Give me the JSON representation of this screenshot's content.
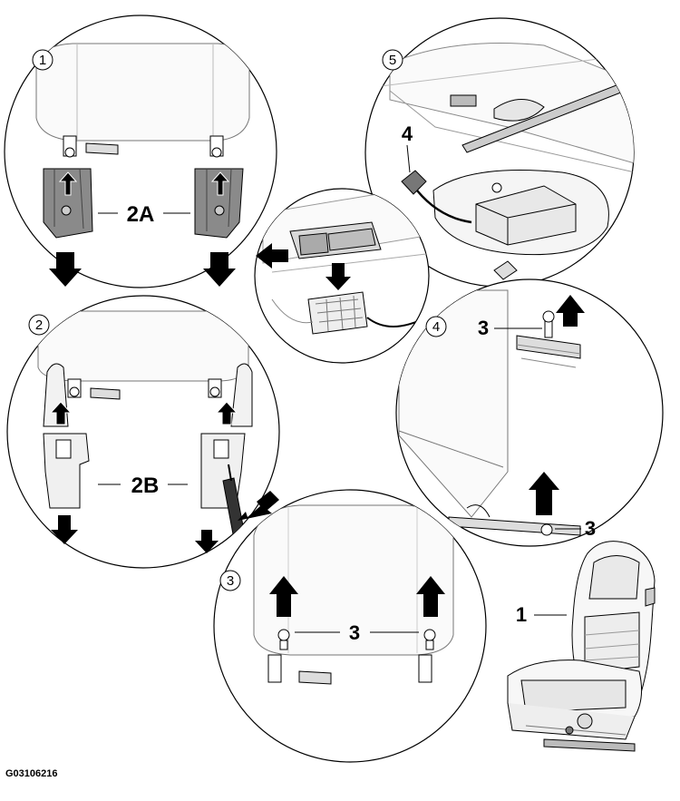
{
  "figure_code": "G03106216",
  "steps": {
    "step1": "1",
    "step2": "2",
    "step3": "3",
    "step4": "4",
    "step5": "5"
  },
  "callouts": {
    "headrest_trim_clips": "2A",
    "headrest_guide_covers": "2B",
    "headrest_bolts": "3",
    "rail_bolt_front": "3",
    "rail_bolt_rear": "3",
    "connector": "4",
    "seat": "1"
  },
  "colors": {
    "line": "#000000",
    "trim_grey": "#8a8a8a",
    "light_fill": "#f4f4f4"
  }
}
